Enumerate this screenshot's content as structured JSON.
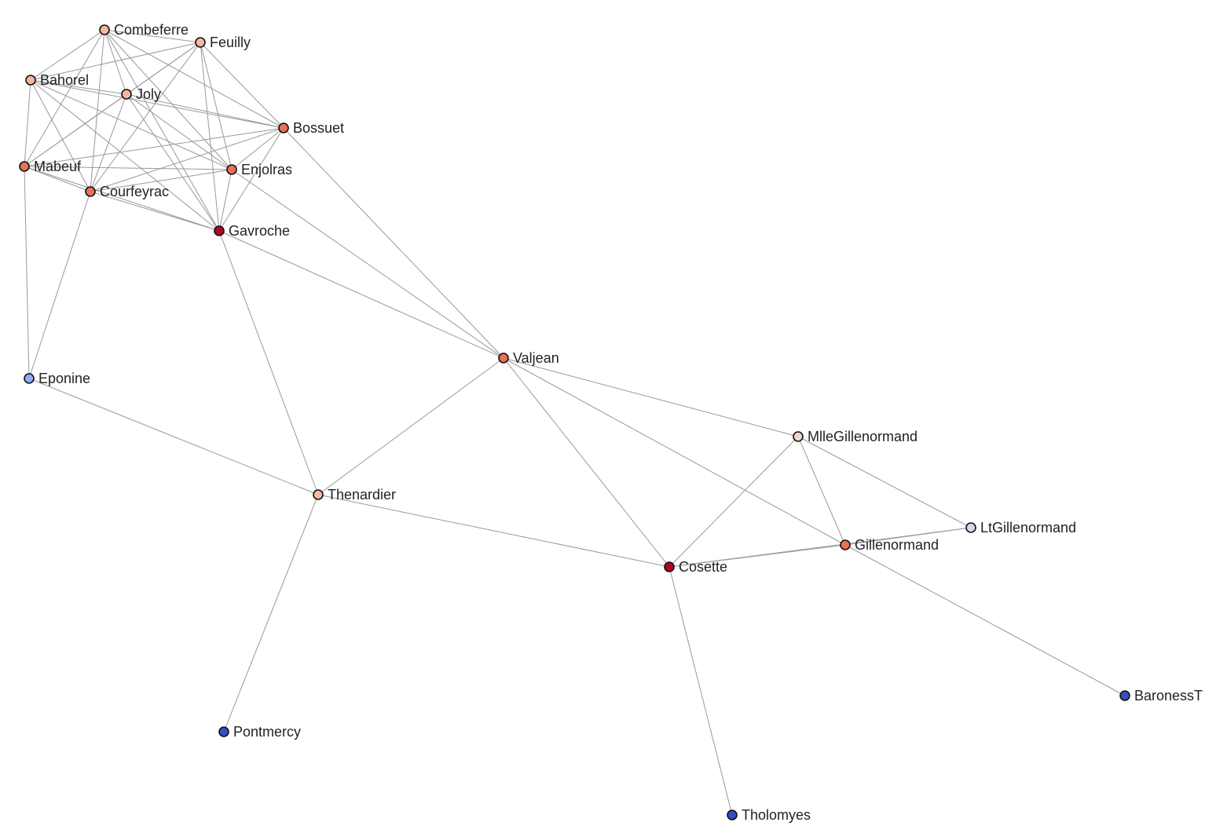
{
  "graph": {
    "nodes": [
      {
        "id": "Combeferre",
        "label": "Combeferre",
        "color": "#f4b89e"
      },
      {
        "id": "Feuilly",
        "label": "Feuilly",
        "color": "#f4b89e"
      },
      {
        "id": "Bahorel",
        "label": "Bahorel",
        "color": "#f4b89e"
      },
      {
        "id": "Joly",
        "label": "Joly",
        "color": "#f4b89e"
      },
      {
        "id": "Bossuet",
        "label": "Bossuet",
        "color": "#e8715a"
      },
      {
        "id": "Mabeuf",
        "label": "Mabeuf",
        "color": "#e8715a"
      },
      {
        "id": "Enjolras",
        "label": "Enjolras",
        "color": "#e8715a"
      },
      {
        "id": "Courfeyrac",
        "label": "Courfeyrac",
        "color": "#e8715a"
      },
      {
        "id": "Gavroche",
        "label": "Gavroche",
        "color": "#b40426"
      },
      {
        "id": "Valjean",
        "label": "Valjean",
        "color": "#e8715a"
      },
      {
        "id": "Eponine",
        "label": "Eponine",
        "color": "#8caefb"
      },
      {
        "id": "MlleGillenormand",
        "label": "MlleGillenormand",
        "color": "#f0d6c8"
      },
      {
        "id": "Thenardier",
        "label": "Thenardier",
        "color": "#f4b89e"
      },
      {
        "id": "LtGillenormand",
        "label": "LtGillenormand",
        "color": "#cfdcf0"
      },
      {
        "id": "Gillenormand",
        "label": "Gillenormand",
        "color": "#e8715a"
      },
      {
        "id": "Cosette",
        "label": "Cosette",
        "color": "#b40426"
      },
      {
        "id": "BaronessT",
        "label": "BaronessT",
        "color": "#3b4cc0"
      },
      {
        "id": "Pontmercy",
        "label": "Pontmercy",
        "color": "#3b4cc0"
      },
      {
        "id": "Tholomyes",
        "label": "Tholomyes",
        "color": "#3b4cc0"
      }
    ],
    "edges": [
      [
        "Combeferre",
        "Feuilly"
      ],
      [
        "Combeferre",
        "Bahorel"
      ],
      [
        "Combeferre",
        "Joly"
      ],
      [
        "Combeferre",
        "Bossuet"
      ],
      [
        "Combeferre",
        "Mabeuf"
      ],
      [
        "Combeferre",
        "Enjolras"
      ],
      [
        "Combeferre",
        "Courfeyrac"
      ],
      [
        "Combeferre",
        "Gavroche"
      ],
      [
        "Feuilly",
        "Bahorel"
      ],
      [
        "Feuilly",
        "Joly"
      ],
      [
        "Feuilly",
        "Bossuet"
      ],
      [
        "Feuilly",
        "Mabeuf"
      ],
      [
        "Feuilly",
        "Enjolras"
      ],
      [
        "Feuilly",
        "Courfeyrac"
      ],
      [
        "Feuilly",
        "Gavroche"
      ],
      [
        "Bahorel",
        "Joly"
      ],
      [
        "Bahorel",
        "Bossuet"
      ],
      [
        "Bahorel",
        "Mabeuf"
      ],
      [
        "Bahorel",
        "Enjolras"
      ],
      [
        "Bahorel",
        "Courfeyrac"
      ],
      [
        "Bahorel",
        "Gavroche"
      ],
      [
        "Joly",
        "Bossuet"
      ],
      [
        "Joly",
        "Mabeuf"
      ],
      [
        "Joly",
        "Enjolras"
      ],
      [
        "Joly",
        "Courfeyrac"
      ],
      [
        "Joly",
        "Gavroche"
      ],
      [
        "Bossuet",
        "Mabeuf"
      ],
      [
        "Bossuet",
        "Enjolras"
      ],
      [
        "Bossuet",
        "Courfeyrac"
      ],
      [
        "Bossuet",
        "Gavroche"
      ],
      [
        "Bossuet",
        "Valjean"
      ],
      [
        "Mabeuf",
        "Enjolras"
      ],
      [
        "Mabeuf",
        "Courfeyrac"
      ],
      [
        "Mabeuf",
        "Gavroche"
      ],
      [
        "Mabeuf",
        "Eponine"
      ],
      [
        "Enjolras",
        "Courfeyrac"
      ],
      [
        "Enjolras",
        "Gavroche"
      ],
      [
        "Enjolras",
        "Valjean"
      ],
      [
        "Courfeyrac",
        "Gavroche"
      ],
      [
        "Courfeyrac",
        "Eponine"
      ],
      [
        "Gavroche",
        "Valjean"
      ],
      [
        "Gavroche",
        "Thenardier"
      ],
      [
        "Valjean",
        "Thenardier"
      ],
      [
        "Valjean",
        "MlleGillenormand"
      ],
      [
        "Valjean",
        "Gillenormand"
      ],
      [
        "Valjean",
        "Cosette"
      ],
      [
        "Eponine",
        "Thenardier"
      ],
      [
        "Thenardier",
        "Cosette"
      ],
      [
        "Thenardier",
        "Pontmercy"
      ],
      [
        "MlleGillenormand",
        "Cosette"
      ],
      [
        "MlleGillenormand",
        "Gillenormand"
      ],
      [
        "MlleGillenormand",
        "LtGillenormand"
      ],
      [
        "LtGillenormand",
        "Gillenormand"
      ],
      [
        "LtGillenormand",
        "Cosette"
      ],
      [
        "Gillenormand",
        "Cosette"
      ],
      [
        "Gillenormand",
        "BaronessT"
      ],
      [
        "Cosette",
        "Tholomyes"
      ]
    ]
  }
}
